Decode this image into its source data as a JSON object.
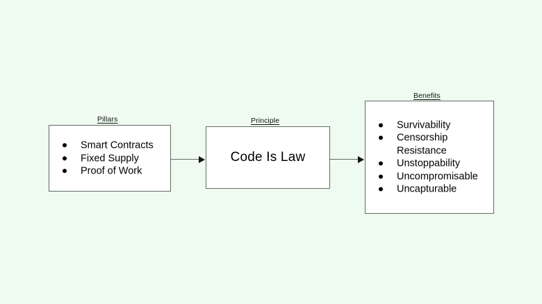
{
  "canvas": {
    "background_color": "#effaf1",
    "box_fill_color": "#ffffff",
    "box_border_color": "#5f6b63",
    "text_color": "#000000"
  },
  "nodes": {
    "pillars": {
      "label": "Pillars",
      "items": [
        "Smart Contracts",
        "Fixed Supply",
        "Proof of Work"
      ]
    },
    "principle": {
      "label": "Principle",
      "text": "Code Is Law"
    },
    "benefits": {
      "label": "Benefits",
      "items": [
        "Survivability",
        "Censorship\nResistance",
        "Unstoppability",
        "Uncompromisable",
        "Uncapturable"
      ]
    }
  },
  "connectors": [
    {
      "name": "pillars-to-principle"
    },
    {
      "name": "principle-to-benefits"
    }
  ]
}
